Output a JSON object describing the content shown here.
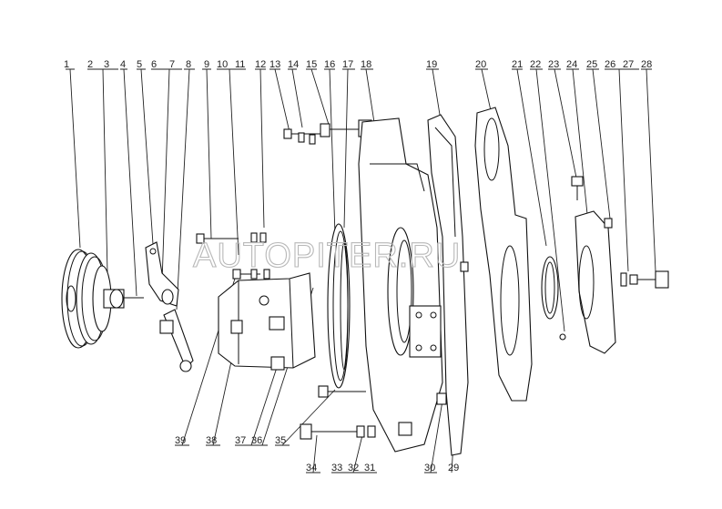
{
  "watermark": "AUTOPITER.RU",
  "callouts_top": [
    "1",
    "2",
    "3",
    "4",
    "5",
    "6",
    "7",
    "8",
    "9",
    "10",
    "11",
    "12",
    "13",
    "14",
    "15",
    "16",
    "17",
    "18",
    "19",
    "20",
    "21",
    "22",
    "23",
    "24",
    "25",
    "26",
    "27",
    "28"
  ],
  "callouts_bottom": [
    "39",
    "38",
    "37",
    "36",
    "35",
    "34",
    "33",
    "32",
    "31",
    "30",
    "29"
  ]
}
